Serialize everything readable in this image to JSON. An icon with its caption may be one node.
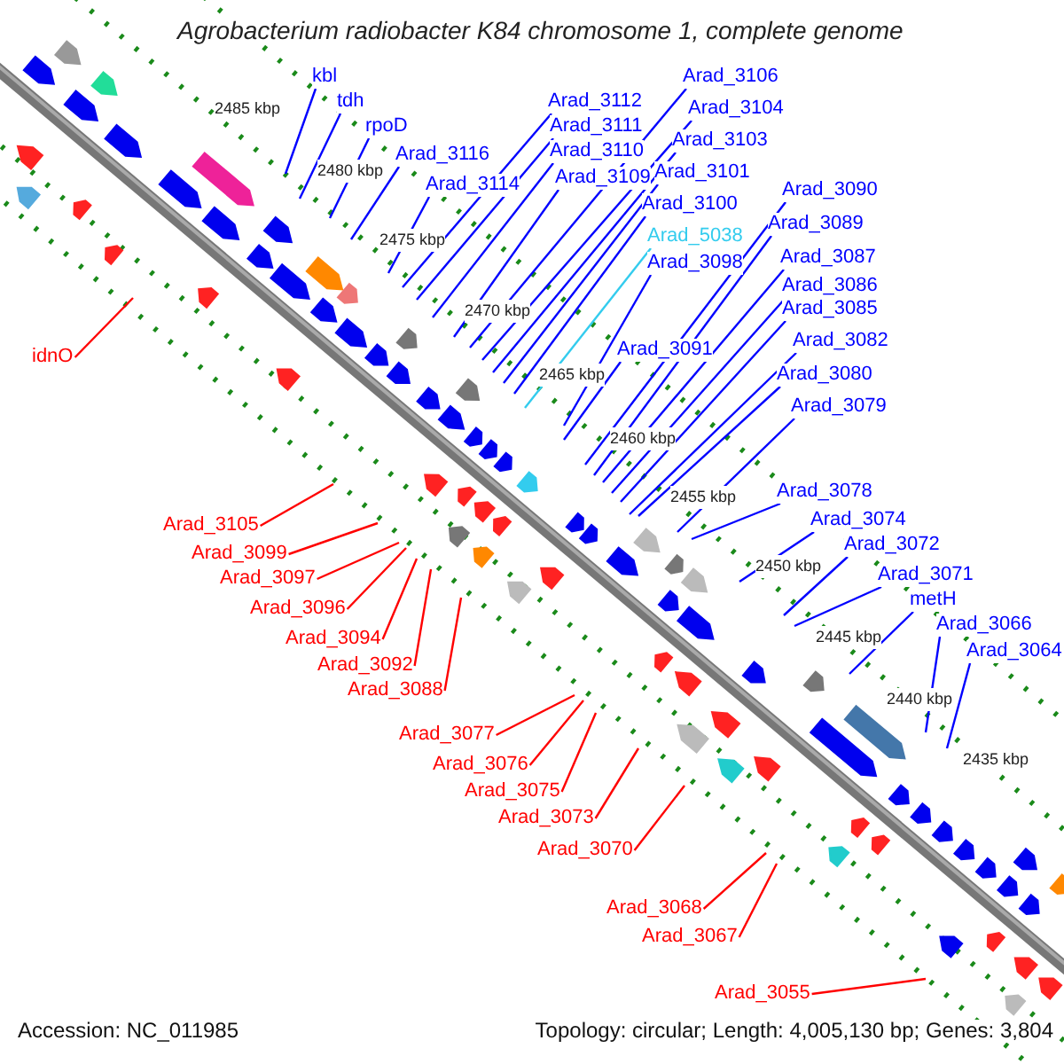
{
  "diagram": {
    "title": "Agrobacterium radiobacter K84 chromosome 1, complete genome",
    "nodes": [
      {
        "text": [
          "kbl"
        ]
      },
      {
        "text": [
          "tdh"
        ]
      },
      {
        "text": [
          "rpoD"
        ]
      },
      {
        "text": [
          "Arad_3116"
        ]
      },
      {
        "text": [
          "Arad_3114"
        ]
      },
      {
        "text": [
          "Arad_3112"
        ]
      },
      {
        "text": [
          "Arad_3111"
        ]
      },
      {
        "text": [
          "Arad_3110"
        ]
      },
      {
        "text": [
          "Arad_3109"
        ]
      },
      {
        "text": [
          "Arad_3106"
        ]
      },
      {
        "text": [
          "Arad_3104"
        ]
      },
      {
        "text": [
          "Arad_3103"
        ]
      },
      {
        "text": [
          "Arad_3101"
        ]
      },
      {
        "text": [
          "Arad_3100"
        ]
      },
      {
        "text": [
          "Arad_5038"
        ]
      },
      {
        "text": [
          "Arad_3098"
        ]
      },
      {
        "text": [
          "Arad_3090"
        ]
      },
      {
        "text": [
          "Arad_3089"
        ]
      },
      {
        "text": [
          "Arad_3087"
        ]
      },
      {
        "text": [
          "Arad_3086"
        ]
      },
      {
        "text": [
          "Arad_3085"
        ]
      },
      {
        "text": [
          "Arad_3091"
        ]
      },
      {
        "text": [
          "Arad_3082"
        ]
      },
      {
        "text": [
          "Arad_3080"
        ]
      },
      {
        "text": [
          "Arad_3079"
        ]
      },
      {
        "text": [
          "Arad_3078"
        ]
      },
      {
        "text": [
          "Arad_3074"
        ]
      },
      {
        "text": [
          "Arad_3072"
        ]
      },
      {
        "text": [
          "Arad_3071"
        ]
      },
      {
        "text": [
          "metH"
        ]
      },
      {
        "text": [
          "Arad_3066"
        ]
      },
      {
        "text": [
          "Arad_3064"
        ]
      },
      {
        "text": [
          "idnO"
        ]
      },
      {
        "text": [
          "Arad_3105"
        ]
      },
      {
        "text": [
          "Arad_3099"
        ]
      },
      {
        "text": [
          "Arad_3097"
        ]
      },
      {
        "text": [
          "Arad_3096"
        ]
      },
      {
        "text": [
          "Arad_3094"
        ]
      },
      {
        "text": [
          "Arad_3092"
        ]
      },
      {
        "text": [
          "Arad_3088"
        ]
      },
      {
        "text": [
          "Arad_3077"
        ]
      },
      {
        "text": [
          "Arad_3076"
        ]
      },
      {
        "text": [
          "Arad_3075"
        ]
      },
      {
        "text": [
          "Arad_3073"
        ]
      },
      {
        "text": [
          "Arad_3070"
        ]
      },
      {
        "text": [
          "Arad_3068"
        ]
      },
      {
        "text": [
          "Arad_3067"
        ]
      },
      {
        "text": [
          "Arad_3055"
        ]
      }
    ],
    "edges": [
      {
        "from": 0,
        "to": null,
        "arrow": "none"
      },
      {
        "from": 1,
        "to": null,
        "arrow": "none"
      },
      {
        "from": 2,
        "to": null,
        "arrow": "none"
      },
      {
        "from": 3,
        "to": null,
        "arrow": "none"
      },
      {
        "from": 4,
        "to": null,
        "arrow": "none"
      },
      {
        "from": 5,
        "to": null,
        "arrow": "none"
      },
      {
        "from": 6,
        "to": null,
        "arrow": "none"
      },
      {
        "from": 7,
        "to": null,
        "arrow": "none"
      },
      {
        "from": 8,
        "to": null,
        "arrow": "none"
      },
      {
        "from": 9,
        "to": null,
        "arrow": "none"
      },
      {
        "from": 10,
        "to": null,
        "arrow": "none"
      },
      {
        "from": 11,
        "to": null,
        "arrow": "none"
      },
      {
        "from": 12,
        "to": null,
        "arrow": "none"
      },
      {
        "from": 13,
        "to": null,
        "arrow": "none"
      },
      {
        "from": 14,
        "to": null,
        "arrow": "none",
        "color": "#33ccee"
      },
      {
        "from": 15,
        "to": null,
        "arrow": "none"
      },
      {
        "from": 16,
        "to": null,
        "arrow": "none"
      },
      {
        "from": 17,
        "to": null,
        "arrow": "none"
      },
      {
        "from": 18,
        "to": null,
        "arrow": "none"
      },
      {
        "from": 19,
        "to": null,
        "arrow": "none"
      },
      {
        "from": 20,
        "to": null,
        "arrow": "none"
      },
      {
        "from": 21,
        "to": null,
        "arrow": "none"
      },
      {
        "from": 22,
        "to": null,
        "arrow": "none"
      },
      {
        "from": 23,
        "to": null,
        "arrow": "none"
      },
      {
        "from": 24,
        "to": null,
        "arrow": "none"
      },
      {
        "from": 25,
        "to": null,
        "arrow": "none"
      },
      {
        "from": 26,
        "to": null,
        "arrow": "none"
      },
      {
        "from": 27,
        "to": null,
        "arrow": "none"
      },
      {
        "from": 28,
        "to": null,
        "arrow": "none"
      },
      {
        "from": 29,
        "to": null,
        "arrow": "none"
      },
      {
        "from": 30,
        "to": null,
        "arrow": "none"
      },
      {
        "from": 31,
        "to": null,
        "arrow": "none"
      },
      {
        "from": 32,
        "to": null,
        "arrow": "none",
        "color": "#ff0000"
      },
      {
        "from": 33,
        "to": null,
        "arrow": "none",
        "color": "#ff0000"
      },
      {
        "from": 34,
        "to": null,
        "arrow": "none",
        "color": "#ff0000"
      },
      {
        "from": 35,
        "to": null,
        "arrow": "none",
        "color": "#ff0000"
      },
      {
        "from": 36,
        "to": null,
        "arrow": "none",
        "color": "#ff0000"
      },
      {
        "from": 37,
        "to": null,
        "arrow": "none",
        "color": "#ff0000"
      },
      {
        "from": 38,
        "to": null,
        "arrow": "none",
        "color": "#ff0000"
      },
      {
        "from": 39,
        "to": null,
        "arrow": "none",
        "color": "#ff0000"
      },
      {
        "from": 40,
        "to": null,
        "arrow": "none",
        "color": "#ff0000"
      },
      {
        "from": 41,
        "to": null,
        "arrow": "none",
        "color": "#ff0000"
      },
      {
        "from": 42,
        "to": null,
        "arrow": "none",
        "color": "#ff0000"
      },
      {
        "from": 43,
        "to": null,
        "arrow": "none",
        "color": "#ff0000"
      },
      {
        "from": 44,
        "to": null,
        "arrow": "none",
        "color": "#ff0000"
      },
      {
        "from": 45,
        "to": null,
        "arrow": "none",
        "color": "#ff0000"
      },
      {
        "from": 46,
        "to": null,
        "arrow": "none",
        "color": "#ff0000"
      },
      {
        "from": 47,
        "to": null,
        "arrow": "none",
        "color": "#ff0000"
      }
    ],
    "labels": [
      "2485 kbp",
      "2480 kbp",
      "2475 kbp",
      "2470 kbp",
      "2465 kbp",
      "2460 kbp",
      "2455 kbp",
      "2450 kbp",
      "2445 kbp",
      "2440 kbp",
      "2435 kbp",
      "Accession: NC_011985",
      "Topology: circular; Length: 4,005,130 bp; Genes: 3,804"
    ]
  }
}
